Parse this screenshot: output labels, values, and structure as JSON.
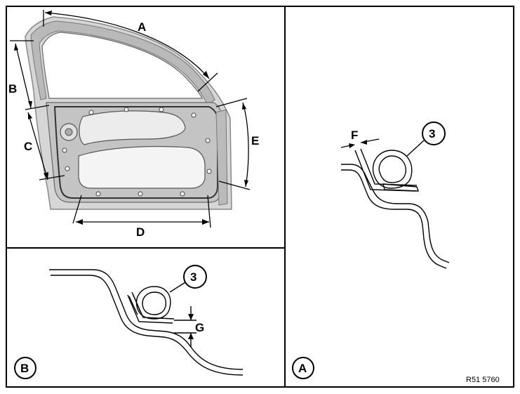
{
  "door_panel": {
    "dimension_labels": {
      "a": "A",
      "b": "B",
      "c": "C",
      "d": "D",
      "e": "E"
    }
  },
  "detail_b": {
    "panel_label": "B",
    "callout": "3",
    "dimension_label": "G"
  },
  "detail_a": {
    "panel_label": "A",
    "callout": "3",
    "dimension_label": "F"
  },
  "reference_number": "R51 5760",
  "colors": {
    "line": "#000000",
    "door_fill": "#d9d9d9",
    "door_frame": "#bdbdbd",
    "door_shadow": "#9a9a9a"
  }
}
